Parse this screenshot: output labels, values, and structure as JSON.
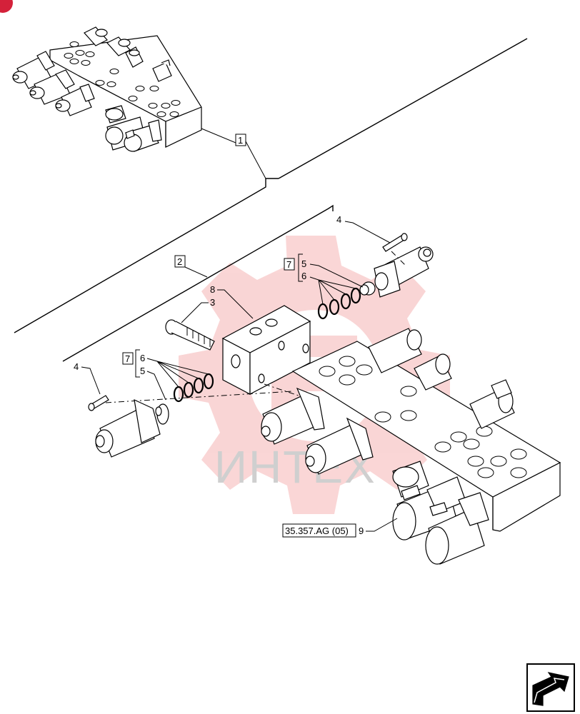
{
  "callouts": {
    "c1": "1",
    "c2": "2",
    "c3": "3",
    "c4_top": "4",
    "c4_left": "4",
    "c5_top": "5",
    "c6_top": "6",
    "c5_left": "5",
    "c6_left": "6",
    "c7_top": "7",
    "c7_left": "7",
    "c8": "8",
    "c9": "9"
  },
  "reference": "35.357.AG (05)",
  "watermark": "ИНТЕХ",
  "colors": {
    "line": "#000000",
    "watermark_red": "#f0a0a0",
    "watermark_text": "#cfcfcf",
    "corner_badge": "#d4213a"
  },
  "icons": {
    "nav": "arrow-next-icon"
  }
}
